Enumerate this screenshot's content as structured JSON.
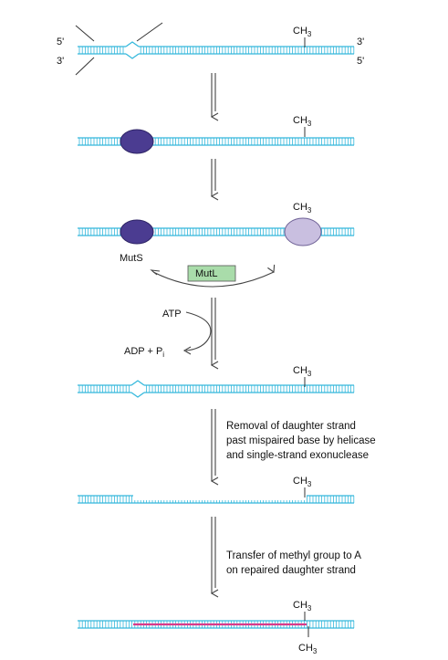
{
  "colors": {
    "dna_strand": "#34b8dc",
    "mutS": "#4b3c91",
    "mutS_light": "#c9bfe0",
    "mutL_fill": "#a9dcaa",
    "new_strand": "#d93a8a",
    "arrow": "#444444"
  },
  "labels": {
    "five_prime": "5'",
    "three_prime": "3'",
    "ch": "CH",
    "ch_sub": "3",
    "mutS": "MutS",
    "mutL": "MutL",
    "atp": "ATP",
    "adp": "ADP + P",
    "adp_sub": "i",
    "note1": [
      "Removal of daughter strand",
      "past mispaired base by helicase",
      "and single-strand exonuclease"
    ],
    "note2": [
      "Transfer of methyl group to A",
      "on repaired daughter strand"
    ]
  }
}
